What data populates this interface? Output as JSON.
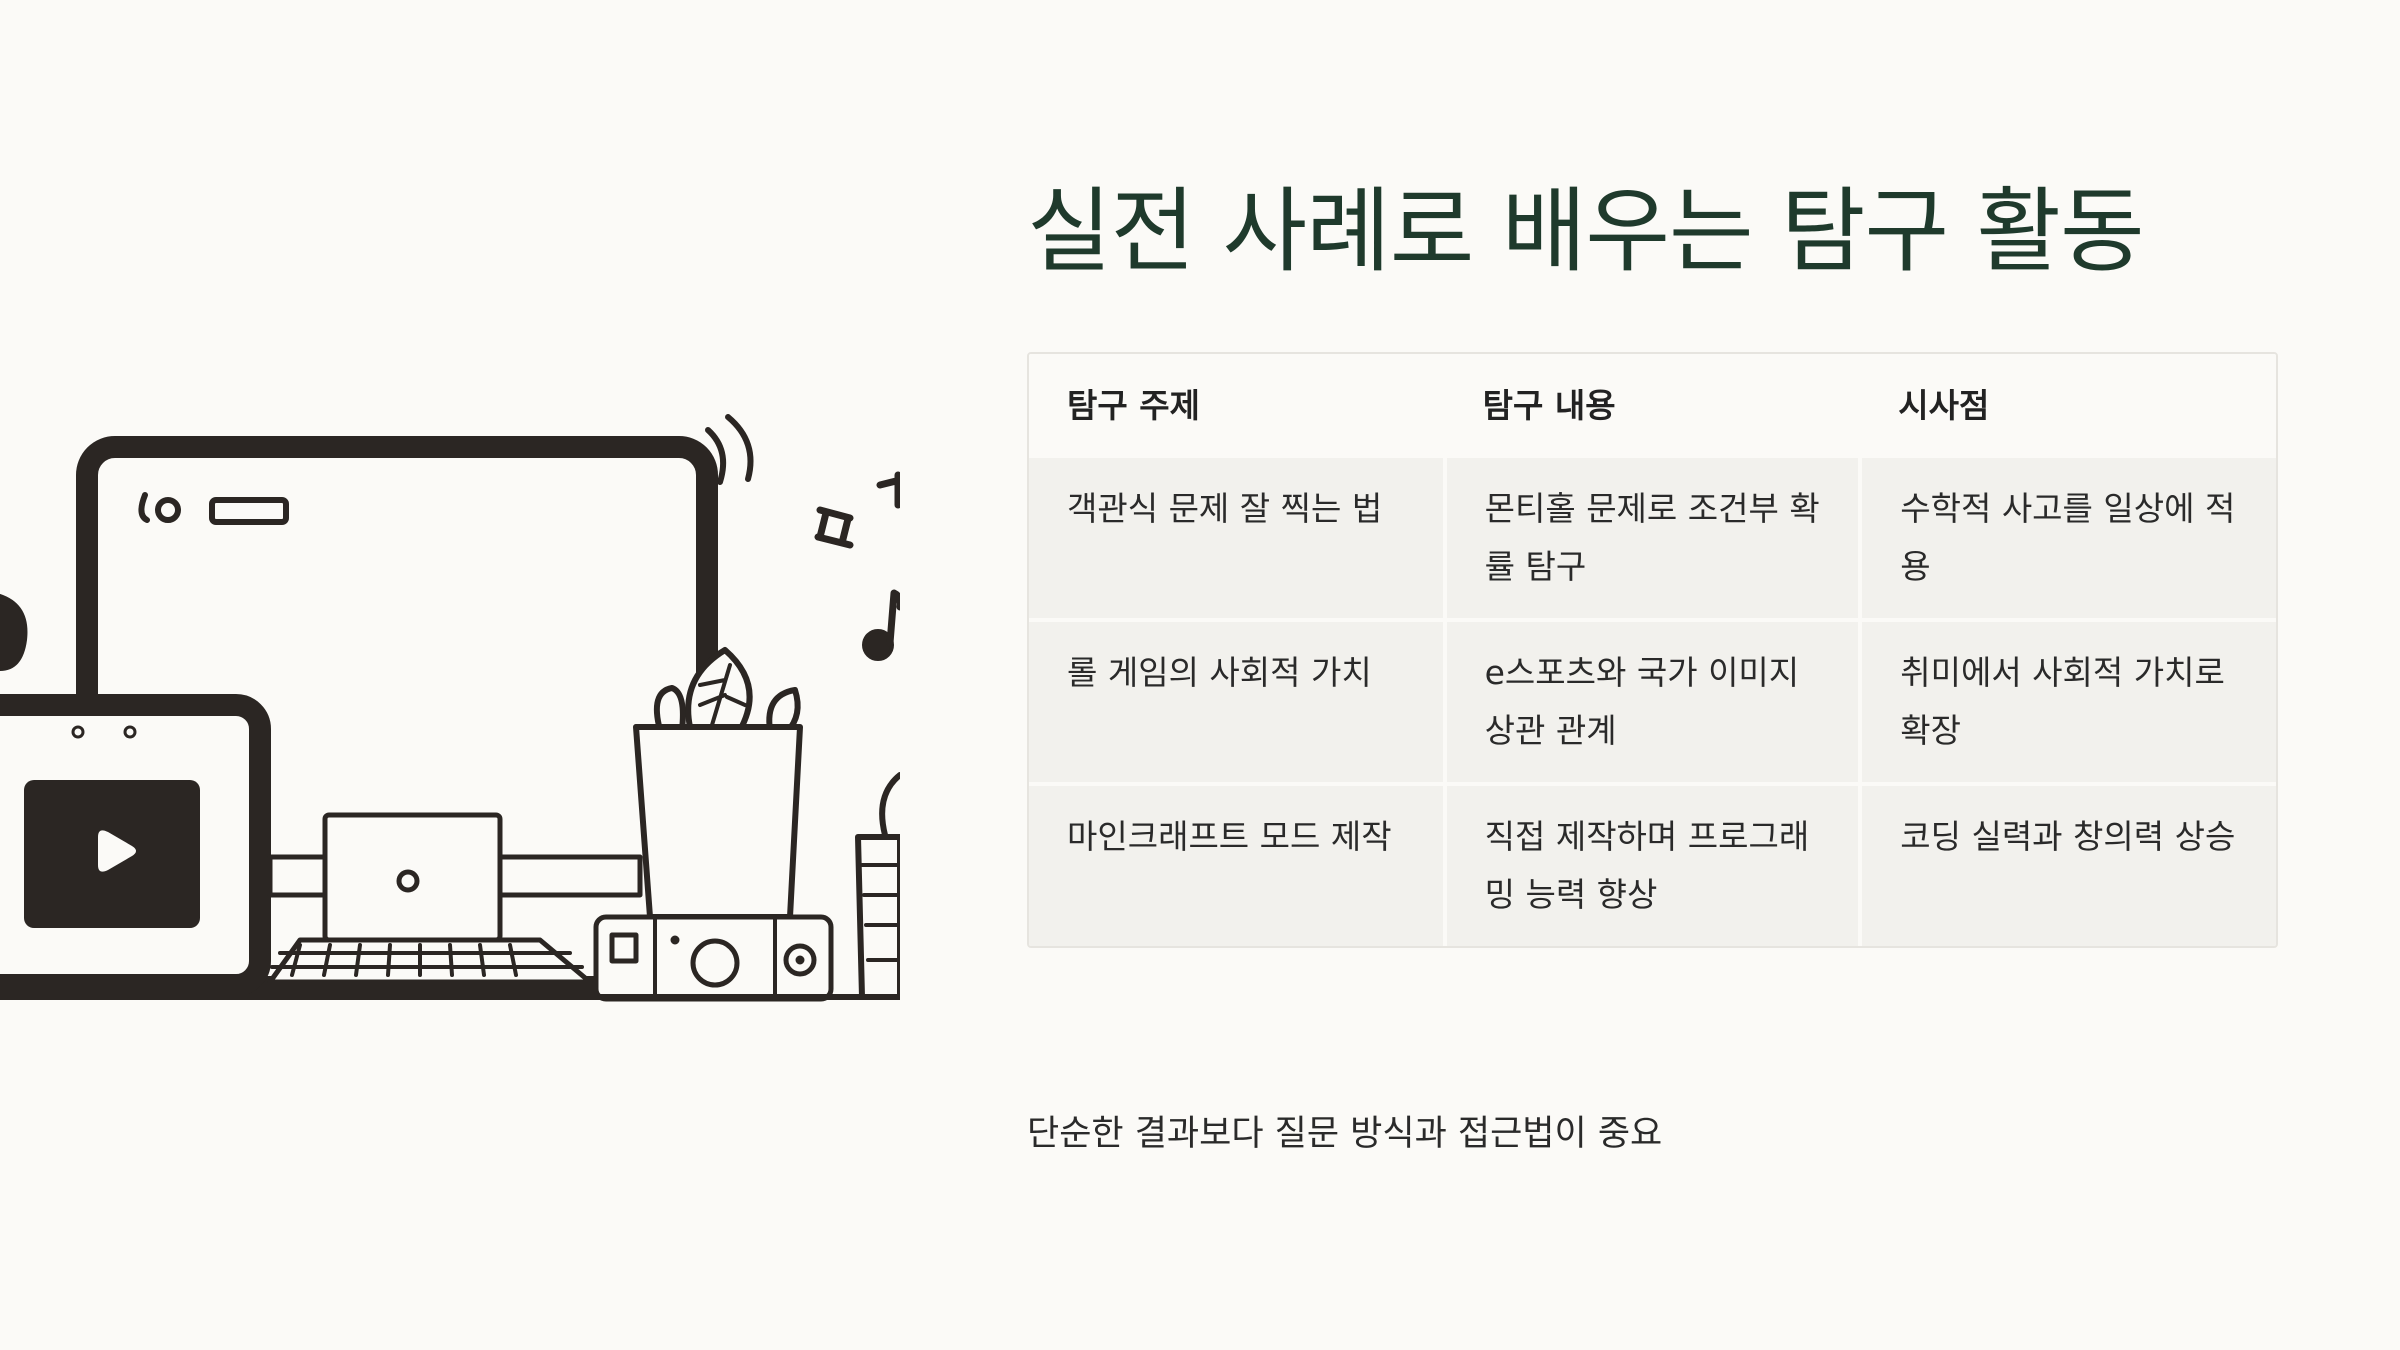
{
  "slide": {
    "title": "실전 사례로 배우는 탐구 활동",
    "table": {
      "headers": [
        "탐구 주제",
        "탐구 내용",
        "시사점"
      ],
      "rows": [
        [
          "객관식 문제 잘 찍는 법",
          "몬티홀 문제로 조건부 확률 탐구",
          "수학적 사고를 일상에 적용"
        ],
        [
          "롤 게임의 사회적 가치",
          "e스포츠와 국가 이미지 상관 관계",
          "취미에서 사회적 가치로 확장"
        ],
        [
          "마인크래프트 모드 제작",
          "직접 제작하며 프로그래밍 능력 향상",
          "코딩 실력과 창의력 상승"
        ]
      ]
    },
    "footer_note": "단순한 결과보다 질문 방식과 접근법이 중요"
  },
  "illustration": {
    "icons": [
      "monitor-icon",
      "tablet-icon",
      "play-icon",
      "laptop-icon",
      "keyboard-icon",
      "plant-icon",
      "camera-icon",
      "music-note-icon",
      "speaker-waves-icon"
    ]
  },
  "colors": {
    "background": "#fbfaf7",
    "title": "#1f3a2c",
    "table_cell": "#f2f1ed",
    "ink": "#2b2623"
  }
}
